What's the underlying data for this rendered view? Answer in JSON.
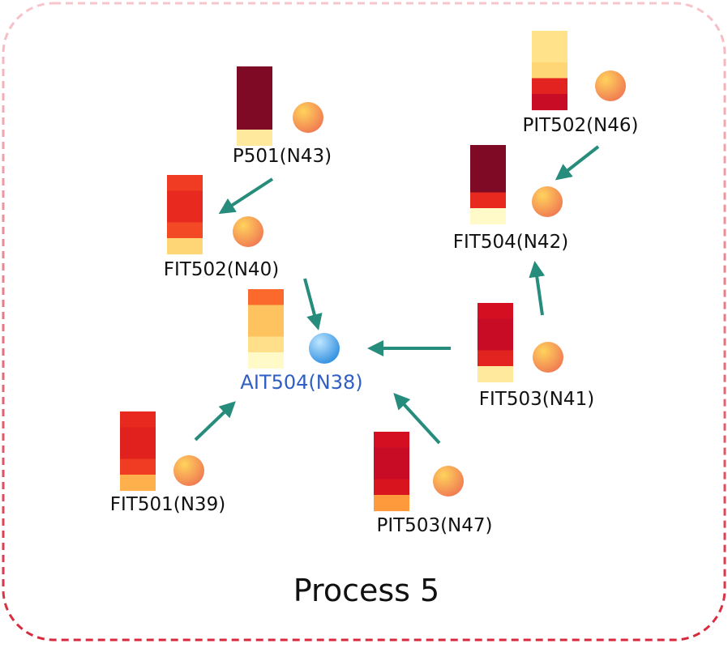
{
  "title": "Process 5",
  "colors": {
    "border_top": "#f7c6cc",
    "border_bottom": "#d8283c",
    "edge": "#268c7c",
    "label": "#111111",
    "target_label": "#2f5fc4",
    "node_ball_light": "#ffd35c",
    "node_ball_dark": "#f07a52",
    "target_ball_light": "#bfe6ff",
    "target_ball_dark": "#2f8fe0"
  },
  "nodes": [
    {
      "id": "P501",
      "label": "P501(N43)",
      "target": false,
      "heat": [
        "#7f0a26",
        "#7f0a26",
        "#7f0a26",
        "#7f0a26",
        "#ffe99c"
      ]
    },
    {
      "id": "FIT502",
      "label": "FIT502(N40)",
      "target": false,
      "heat": [
        "#f03c22",
        "#e8291f",
        "#e8291f",
        "#f34a25",
        "#fed675"
      ]
    },
    {
      "id": "AIT504",
      "label": "AIT504(N38)",
      "target": true,
      "heat": [
        "#fb6a2c",
        "#fec25e",
        "#fec25e",
        "#ffdf8a",
        "#fffac8"
      ]
    },
    {
      "id": "FIT501",
      "label": "FIT501(N39)",
      "target": false,
      "heat": [
        "#e8291f",
        "#e1211e",
        "#e1211e",
        "#f03c22",
        "#feb04c"
      ]
    },
    {
      "id": "PIT503",
      "label": "PIT503(N47)",
      "target": false,
      "heat": [
        "#d40f22",
        "#c80c25",
        "#c80c25",
        "#d8141f",
        "#fe9a3c"
      ]
    },
    {
      "id": "FIT503",
      "label": "FIT503(N41)",
      "target": false,
      "heat": [
        "#d40f22",
        "#c80c25",
        "#c80c25",
        "#e2231f",
        "#ffe99c"
      ]
    },
    {
      "id": "FIT504",
      "label": "FIT504(N42)",
      "target": false,
      "heat": [
        "#7f0a26",
        "#7f0a26",
        "#7f0a26",
        "#e8291f",
        "#fffac8"
      ]
    },
    {
      "id": "PIT502",
      "label": "PIT502(N46)",
      "target": false,
      "heat": [
        "#ffe28a",
        "#ffe28a",
        "#fed675",
        "#e2231f",
        "#c80c25"
      ]
    }
  ],
  "edges": [
    {
      "from": "P501",
      "to": "FIT502"
    },
    {
      "from": "FIT502",
      "to": "AIT504"
    },
    {
      "from": "FIT501",
      "to": "AIT504"
    },
    {
      "from": "PIT503",
      "to": "AIT504"
    },
    {
      "from": "FIT503",
      "to": "AIT504"
    },
    {
      "from": "FIT503",
      "to": "FIT504"
    },
    {
      "from": "PIT502",
      "to": "FIT504"
    }
  ]
}
